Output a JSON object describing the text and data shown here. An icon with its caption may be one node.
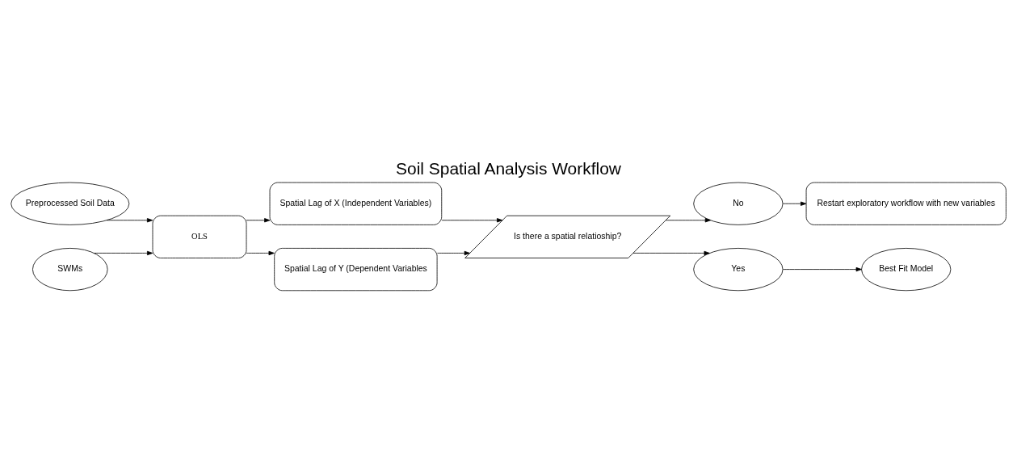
{
  "diagram": {
    "title": "Soil Spatial Analysis Workflow",
    "nodes": [
      {
        "text": [
          "Preprocessed Soil Data"
        ]
      },
      {
        "text": [
          "SWMs"
        ]
      },
      {
        "text": [
          "OLS"
        ]
      },
      {
        "text": [
          "Spatial Lag of X (Independent Variables)"
        ]
      },
      {
        "text": [
          "Spatial Lag of Y (Dependent Variables"
        ]
      },
      {
        "text": [
          "Is there a spatial relatioship?"
        ]
      },
      {
        "text": [
          "No"
        ]
      },
      {
        "text": [
          "Restart exploratory workflow with new variables"
        ]
      },
      {
        "text": [
          "Yes"
        ]
      },
      {
        "text": [
          "Best Fit Model"
        ]
      }
    ],
    "edges": [
      {
        "from": 0,
        "to": 2,
        "arrow": "to"
      },
      {
        "from": 1,
        "to": 2,
        "arrow": "to"
      },
      {
        "from": 2,
        "to": 3,
        "arrow": "to"
      },
      {
        "from": 2,
        "to": 4,
        "arrow": "to"
      },
      {
        "from": 3,
        "to": 5,
        "arrow": "to"
      },
      {
        "from": 4,
        "to": 5,
        "arrow": "to"
      },
      {
        "from": 5,
        "to": 6,
        "arrow": "to"
      },
      {
        "from": 5,
        "to": 8,
        "arrow": "to"
      },
      {
        "from": 6,
        "to": 7,
        "arrow": "to"
      },
      {
        "from": 8,
        "to": 9,
        "arrow": "to"
      }
    ]
  }
}
